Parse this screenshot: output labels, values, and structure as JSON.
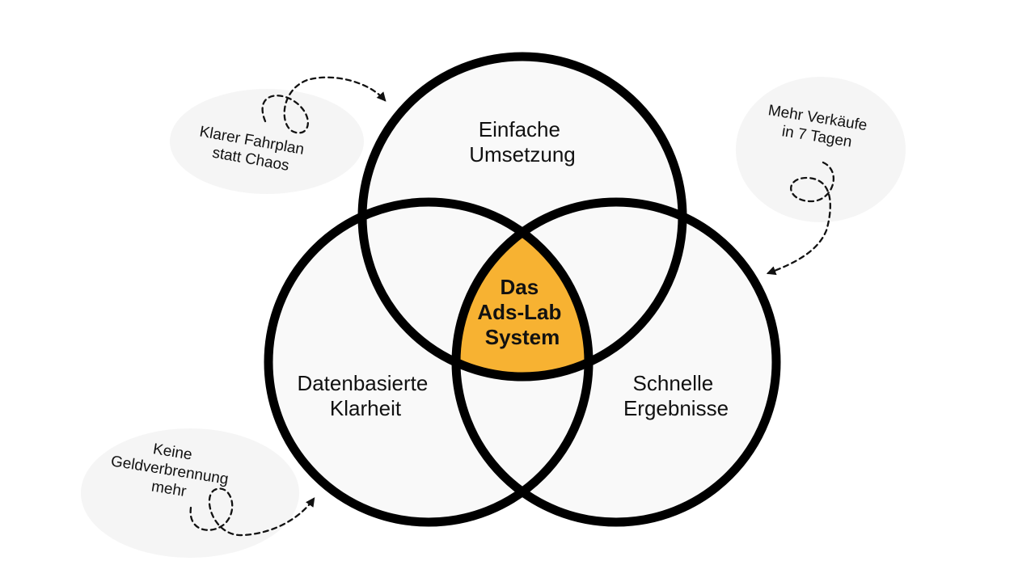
{
  "diagram": {
    "circles": {
      "top": {
        "line1": "Einfache",
        "line2": "Umsetzung"
      },
      "left": {
        "line1": "Datenbasierte",
        "line2": "Klarheit"
      },
      "right": {
        "line1": "Schnelle",
        "line2": "Ergebnisse"
      }
    },
    "center": {
      "line1": "Das",
      "line2": "Ads-Lab",
      "line3": "System"
    },
    "notes": {
      "top_left": {
        "line1": "Klarer Fahrplan",
        "line2": "statt Chaos"
      },
      "top_right": {
        "line1": "Mehr Verkäufe",
        "line2": "in 7 Tagen"
      },
      "bottom_left": {
        "line1": "Keine",
        "line2": "Geldverbrennung",
        "line3": "mehr"
      }
    }
  },
  "colors": {
    "circle_fill": "#f9f9f9",
    "circle_stroke": "#000000",
    "center_fill": "#f7b232",
    "note_blob": "#f3f3f3"
  }
}
